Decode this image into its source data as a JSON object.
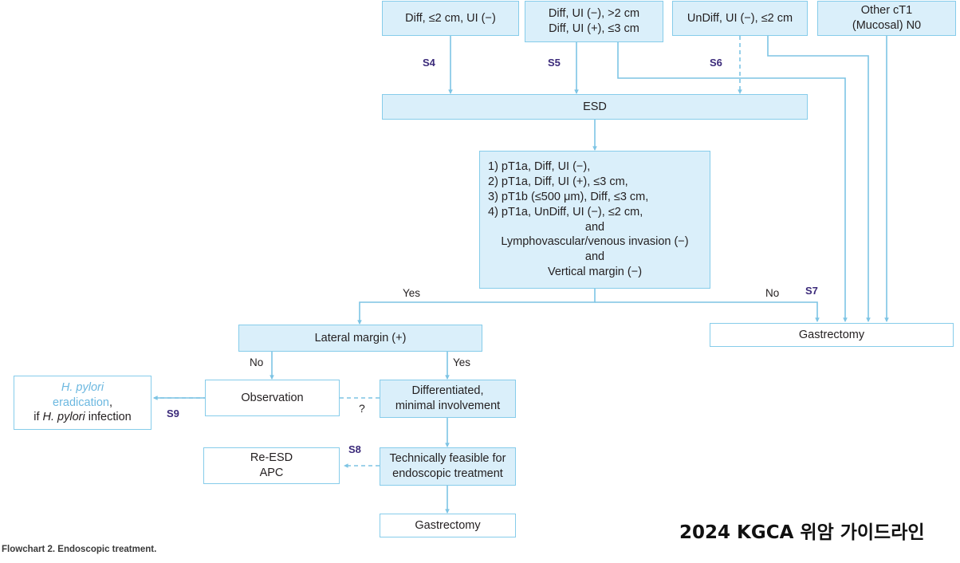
{
  "figure": {
    "caption": "Flowchart 2. Endoscopic treatment.",
    "brand": "2024 KGCA 위암 가이드라인",
    "colors": {
      "box_fill": "#daeffa",
      "box_border": "#86ccea",
      "connector": "#7dc4e4",
      "step_label": "#3b2a7a",
      "accent_text": "#6cb8e0",
      "text": "#231f20"
    }
  },
  "nodes": {
    "top1": {
      "lines": [
        "Diff, ≤2 cm, UI (−)"
      ]
    },
    "top2": {
      "lines": [
        "Diff, UI (−), >2 cm",
        "Diff, UI (+), ≤3 cm"
      ]
    },
    "top3": {
      "lines": [
        "UnDiff, UI (−), ≤2 cm"
      ]
    },
    "top4": {
      "lines": [
        "Other cT1",
        "(Mucosal) N0"
      ]
    },
    "esd": {
      "label": "ESD"
    },
    "criteria": {
      "lines": [
        "1) pT1a, Diff, UI (−),",
        "2) pT1a, Diff, UI (+), ≤3 cm,",
        "3) pT1b (≤500 μm), Diff, ≤3 cm,",
        "4) pT1a, UnDiff, UI (−), ≤2 cm,"
      ],
      "tail": [
        "and",
        "Lymphovascular/venous invasion (−)",
        "and",
        "Vertical margin (−)"
      ]
    },
    "lateral_margin": {
      "label": "Lateral margin (+)"
    },
    "gastrectomy_right": {
      "label": "Gastrectomy"
    },
    "observation": {
      "label": "Observation"
    },
    "hpylori": {
      "line1_em": "H. pylori",
      "line2_em": "eradication",
      "line2_tail": ",",
      "line3_pre": "if ",
      "line3_em": "H. pylori",
      "line3_tail": " infection"
    },
    "differentiated": {
      "lines": [
        "Differentiated,",
        "minimal involvement"
      ]
    },
    "technically_feasible": {
      "lines": [
        "Technically feasible for",
        "endoscopic treatment"
      ]
    },
    "re_esd": {
      "lines": [
        "Re-ESD",
        "APC"
      ]
    },
    "gastrectomy_bottom": {
      "label": "Gastrectomy"
    }
  },
  "edge_labels": {
    "s4": "S4",
    "s5": "S5",
    "s6": "S6",
    "s7": "S7",
    "s8": "S8",
    "s9": "S9",
    "yes_criteria": "Yes",
    "no_criteria": "No",
    "no_lateral": "No",
    "yes_lateral": "Yes",
    "question": "?"
  }
}
